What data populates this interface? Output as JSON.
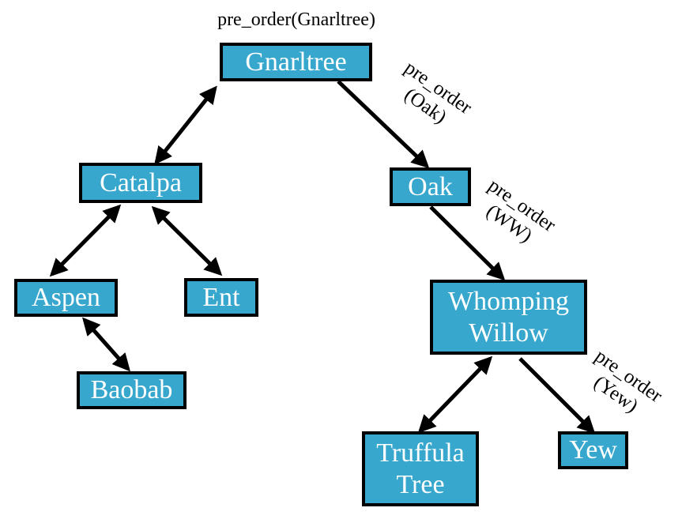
{
  "top_call": "pre_order(Gnarltree)",
  "nodes": {
    "gnarltree": "Gnarltree",
    "catalpa": "Catalpa",
    "oak": "Oak",
    "aspen": "Aspen",
    "ent": "Ent",
    "baobab": "Baobab",
    "whomping_willow": "Whomping\nWillow",
    "truffula_tree": "Truffula\nTree",
    "yew": "Yew"
  },
  "edge_labels": {
    "oak": "pre_order\n(Oak)",
    "ww": "pre_order\n(WW)",
    "yew": "pre_order\n(Yew)"
  },
  "colors": {
    "node_fill": "#37a7cd",
    "border": "#000000",
    "node_text": "#ffffff"
  }
}
